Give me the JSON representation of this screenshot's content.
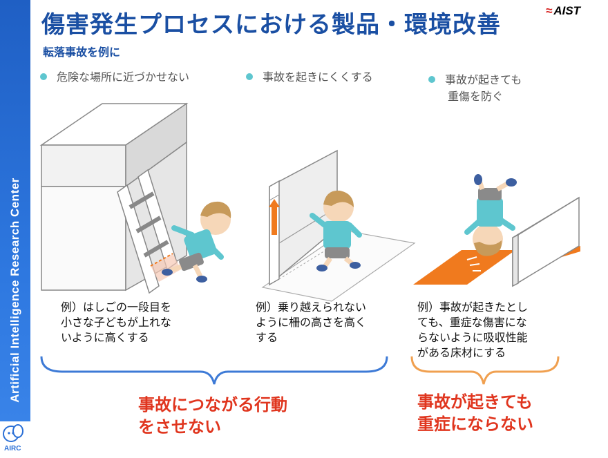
{
  "title": "傷害発生プロセスにおける製品・環境改善",
  "subtitle": "転落事故を例に",
  "logo": "AIST",
  "sidebar_text": "Artificial Intelligence Research Center",
  "sidebar_logo": "AIRC",
  "bullets": [
    {
      "line1": "危険な場所に近づかせない",
      "line2": ""
    },
    {
      "line1": "事故を起きにくくする",
      "line2": ""
    },
    {
      "line1": "事故が起きても",
      "line2": "重傷を防ぐ"
    }
  ],
  "examples": [
    {
      "line1": "例）はしごの一段目を",
      "line2": "小さな子どもが上れな",
      "line3": "いように高くする",
      "line4": ""
    },
    {
      "line1": "例）乗り越えられない",
      "line2": "ように柵の高さを高く",
      "line3": "する",
      "line4": ""
    },
    {
      "line1": "例）事故が起きたとし",
      "line2": "ても、重症な傷害にな",
      "line3": "らないように吸収性能",
      "line4": "がある床材にする"
    }
  ],
  "groups": [
    {
      "line1": "事故につながる行動",
      "line2": "をさせない"
    },
    {
      "line1": "事故が起きても",
      "line2": "重症にならない"
    }
  ],
  "colors": {
    "title": "#1a4fa3",
    "sidebar": "#2e78e0",
    "bullet_dot": "#5ec6cf",
    "brace_blue": "#3d7ad6",
    "brace_orange": "#f0a050",
    "emphasis_red": "#e0351e",
    "floor_orange": "#f07a1e"
  }
}
